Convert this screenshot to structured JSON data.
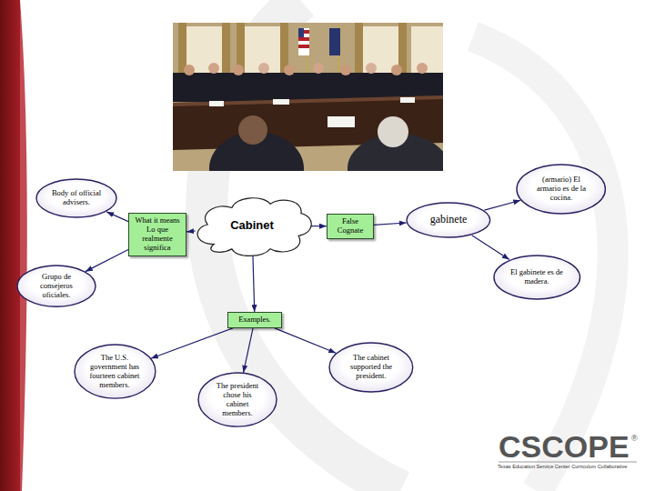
{
  "diagram": {
    "nodes": [
      {
        "text": [
          "Cabinet"
        ]
      },
      {
        "text": [
          "What it means",
          "Lo que realmente significa"
        ]
      },
      {
        "text": [
          "Body of official advisers."
        ]
      },
      {
        "text": [
          "Grupo de consejeros oficiales."
        ]
      },
      {
        "text": [
          "False Cognate"
        ]
      },
      {
        "text": [
          "gabinete"
        ]
      },
      {
        "text": [
          "(armario) El armario es de la cocina."
        ]
      },
      {
        "text": [
          "El gabinete es de madera."
        ]
      },
      {
        "text": [
          "Examples."
        ]
      },
      {
        "text": [
          "The U.S. government has fourteen cabinet members."
        ]
      },
      {
        "text": [
          "The president chose his cabinet members."
        ]
      },
      {
        "text": [
          "The cabinet supported the president."
        ]
      }
    ],
    "edges": [
      {
        "from": 0,
        "to": 1,
        "arrow": "to"
      },
      {
        "from": 1,
        "to": 2,
        "arrow": "to"
      },
      {
        "from": 1,
        "to": 3,
        "arrow": "to"
      },
      {
        "from": 0,
        "to": 4,
        "arrow": "to"
      },
      {
        "from": 4,
        "to": 5,
        "arrow": "to"
      },
      {
        "from": 5,
        "to": 6,
        "arrow": "to"
      },
      {
        "from": 5,
        "to": 7,
        "arrow": "to"
      },
      {
        "from": 0,
        "to": 8,
        "arrow": "to"
      },
      {
        "from": 8,
        "to": 9,
        "arrow": "to"
      },
      {
        "from": 8,
        "to": 10,
        "arrow": "to"
      },
      {
        "from": 8,
        "to": 11,
        "arrow": "to"
      }
    ],
    "labels": [
      "CSCOPE",
      "®",
      "Texas Education Service Center Curriculum Collaborative"
    ]
  }
}
